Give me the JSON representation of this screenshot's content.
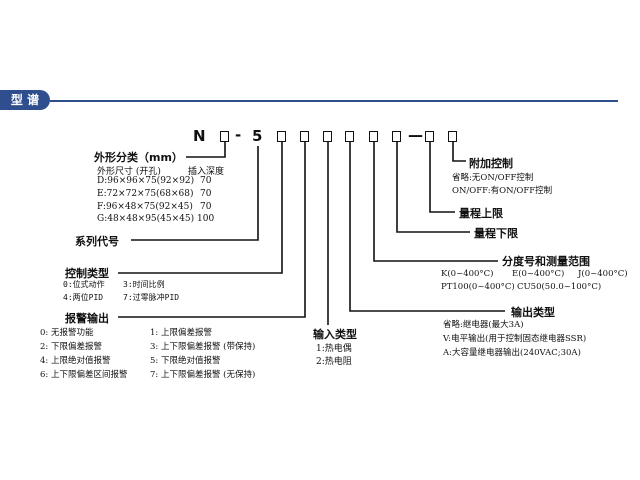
{
  "title": "型 谱",
  "colors": {
    "accent": "#2e4e8e",
    "ink": "#111111"
  },
  "code": {
    "prefix": "N",
    "dash1": "-",
    "digit": "5",
    "dash2": "—"
  },
  "size": {
    "title": "外形分类（mm）",
    "col_size": "外形尺寸 (开孔)",
    "col_depth": "插入深度",
    "rows": [
      {
        "size": "D:96×96×75(92×92)",
        "depth": "70"
      },
      {
        "size": "E:72×72×75(68×68)",
        "depth": "70"
      },
      {
        "size": "F:96×48×75(92×45)",
        "depth": "70"
      },
      {
        "size": "G:48×48×95(45×45)",
        "depth": "100"
      }
    ]
  },
  "series": {
    "title": "系列代号"
  },
  "control": {
    "title": "控制类型",
    "items": [
      "0:位式动作",
      "3:时间比例",
      "4:两位PID",
      "7:过零脉冲PID"
    ]
  },
  "alarm": {
    "title": "报警输出",
    "items": [
      "0: 无报警功能",
      "1: 上限偏差报警",
      "2: 下限偏差报警",
      "3: 上下限偏差报警 (带保持)",
      "4: 上限绝对值报警",
      "5: 下限绝对值报警",
      "6: 上下限偏差区间报警",
      "7: 上下限偏差报警 (无保持)"
    ]
  },
  "input": {
    "title": "输入类型",
    "items": [
      "1:热电偶",
      "2:热电阻"
    ]
  },
  "output": {
    "title": "输出类型",
    "items": [
      "省略:继电器(最大3A)",
      "V:电平输出(用于控制固态继电器SSR)",
      "A:大容量继电器输出(240VAC;30A)"
    ]
  },
  "graduation": {
    "title": "分度号和测量范围",
    "items": [
      "K(0~400°C)",
      "E(0~400°C)",
      "J(0~400°C)",
      "PT100(0~400°C)",
      "CU50(50.0~100°C)"
    ]
  },
  "lower": {
    "title": "量程下限"
  },
  "upper": {
    "title": "量程上限"
  },
  "extra": {
    "title": "附加控制",
    "items": [
      "省略:无ON/OFF控制",
      "ON/OFF:有ON/OFF控制"
    ]
  }
}
